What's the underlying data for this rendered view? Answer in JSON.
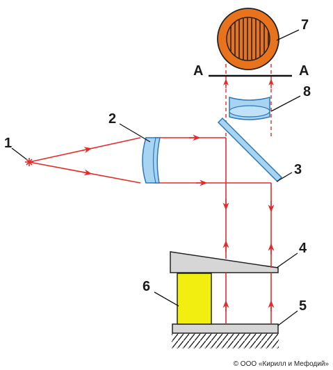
{
  "labels": {
    "source": "1",
    "lens": "2",
    "beam_splitter": "3",
    "wedge_plate": "4",
    "base_plate": "5",
    "support_block": "6",
    "eyepiece": "7",
    "objective_lens": "8",
    "section_left": "А",
    "section_right": "А"
  },
  "copyright": "© ООО «Кирилл и Мефодий»",
  "colors": {
    "ray": "#e32b2b",
    "lens_fill": "#a6d4f2",
    "lens_stroke": "#2a78b8",
    "eyepiece_ring": "#e8731c",
    "plate_fill": "#d6d6d6",
    "block_fill": "#f2ee10"
  }
}
